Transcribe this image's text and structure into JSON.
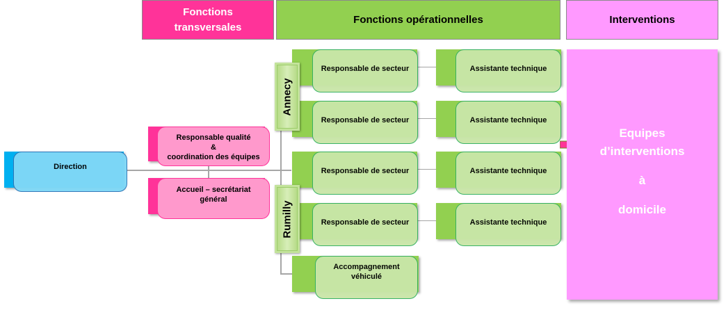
{
  "headers": {
    "transversal": "Fonctions transversales",
    "operational": "Fonctions opérationnelles",
    "interventions": "Interventions"
  },
  "direction": {
    "label": "Direction"
  },
  "transversal_functions": [
    {
      "line1": "Responsable qualité",
      "line2": "&",
      "line3": "coordination des équipes"
    },
    {
      "line1": "Accueil – secrétariat",
      "line2": "général"
    }
  ],
  "sites": [
    {
      "name": "Annecy"
    },
    {
      "name": "Rumilly"
    }
  ],
  "operational_rows": [
    {
      "site": "Annecy",
      "manager": "Responsable de secteur",
      "assistant": "Assistante technique"
    },
    {
      "site": "Annecy",
      "manager": "Responsable de secteur",
      "assistant": "Assistante technique"
    },
    {
      "site": "Rumilly",
      "manager": "Responsable de secteur",
      "assistant": "Assistante technique"
    },
    {
      "site": "Rumilly",
      "manager": "Responsable de secteur",
      "assistant": "Assistante technique"
    }
  ],
  "transport": {
    "line1": "Accompagnement",
    "line2": "véhiculé"
  },
  "interventions_box": {
    "line1": "Equipes",
    "line2": "d’interventions",
    "line3": "à",
    "line4": "domicile"
  },
  "colors": {
    "direction": "#7fd8f7",
    "transversal": "#ff3399",
    "transversal_box": "#ff99cc",
    "operational": "#92d050",
    "operational_box": "#c9e6a8",
    "interventions": "#ff99ff"
  }
}
